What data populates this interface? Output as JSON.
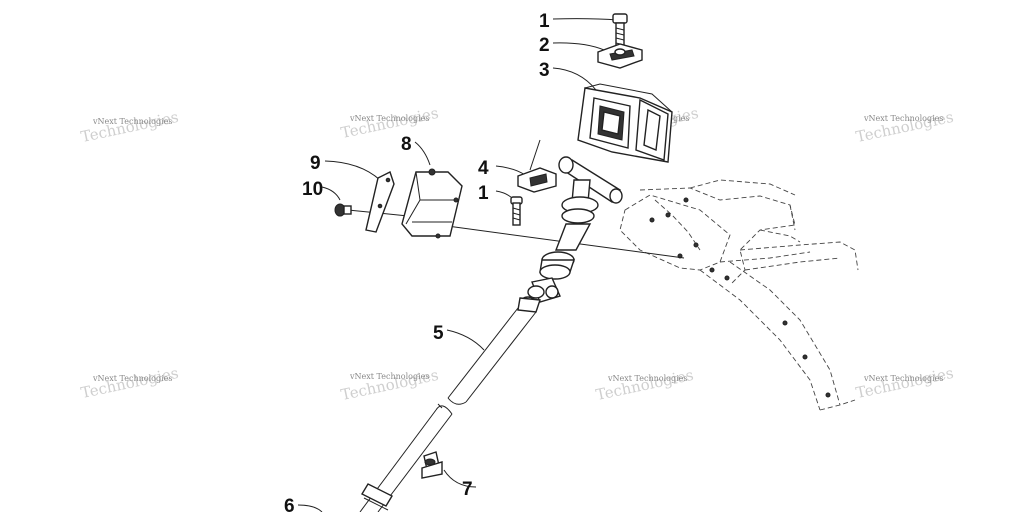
{
  "watermark": "vNext Technologies",
  "callouts": {
    "c1a": "1",
    "c2": "2",
    "c3": "3",
    "c4": "4",
    "c1b": "1",
    "c5": "5",
    "c6": "6",
    "c7": "7",
    "c8": "8",
    "c9": "9",
    "c10": "10"
  }
}
